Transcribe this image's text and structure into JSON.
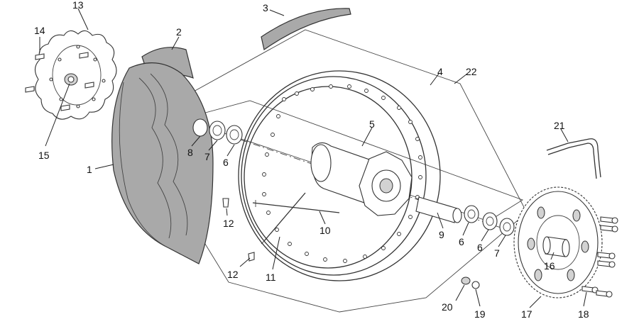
{
  "diagram": {
    "callouts": {
      "c1": "1",
      "c2": "2",
      "c3": "3",
      "c4": "4",
      "c5": "5",
      "c6a": "6",
      "c6b": "6",
      "c6c": "6",
      "c7a": "7",
      "c7b": "7",
      "c8": "8",
      "c9": "9",
      "c10": "10",
      "c11": "11",
      "c12a": "12",
      "c12b": "12",
      "c13": "13",
      "c14": "14",
      "c15": "15",
      "c16": "16",
      "c17": "17",
      "c18": "18",
      "c19": "19",
      "c20": "20",
      "c21": "21",
      "c22": "22"
    }
  }
}
